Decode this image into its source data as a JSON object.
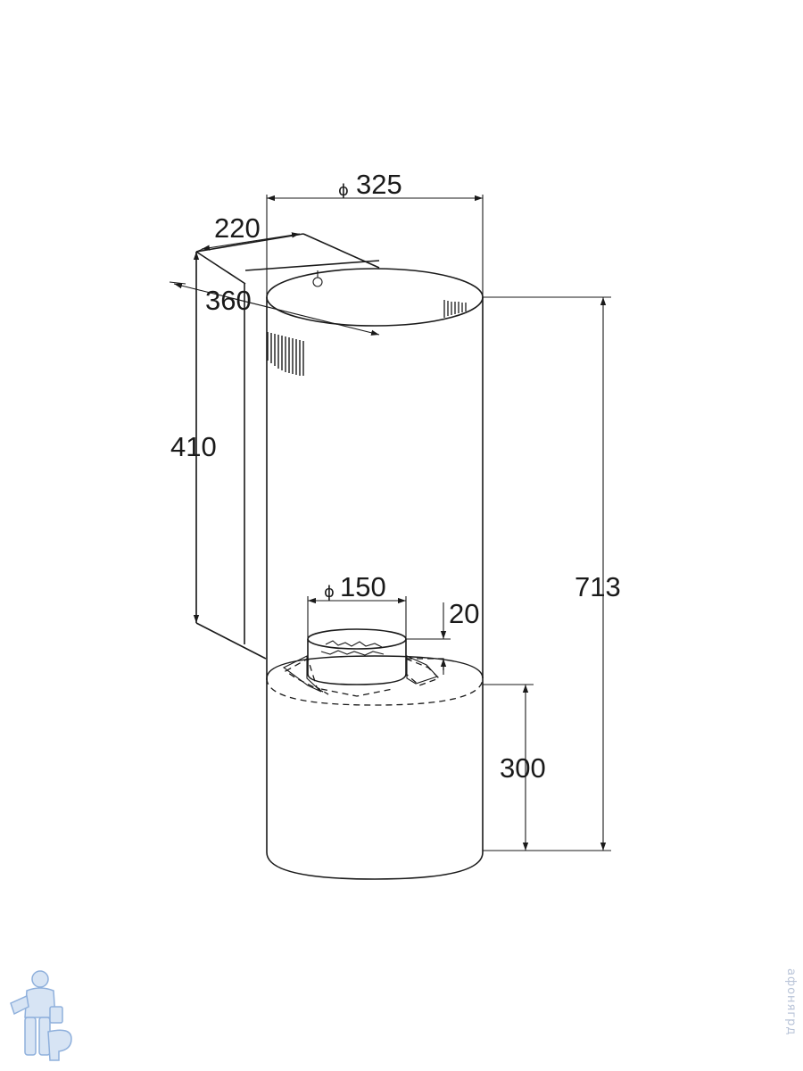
{
  "dimensions": {
    "diameter_symbol": "ϕ",
    "outer_diameter": "325",
    "duct_diameter": "150",
    "depth": "220",
    "width": "360",
    "bracket_height": "410",
    "total_height": "713",
    "lower_height": "300",
    "collar_height": "20"
  },
  "watermark": {
    "text": "афонягрд"
  },
  "colors": {
    "line": "#1a1a1a",
    "watermark": "#b9c4d8",
    "logo_fill": "#d7e4f4",
    "logo_stroke": "#8fb0dc"
  },
  "icons": {
    "logo": "plumber-logo-icon"
  }
}
